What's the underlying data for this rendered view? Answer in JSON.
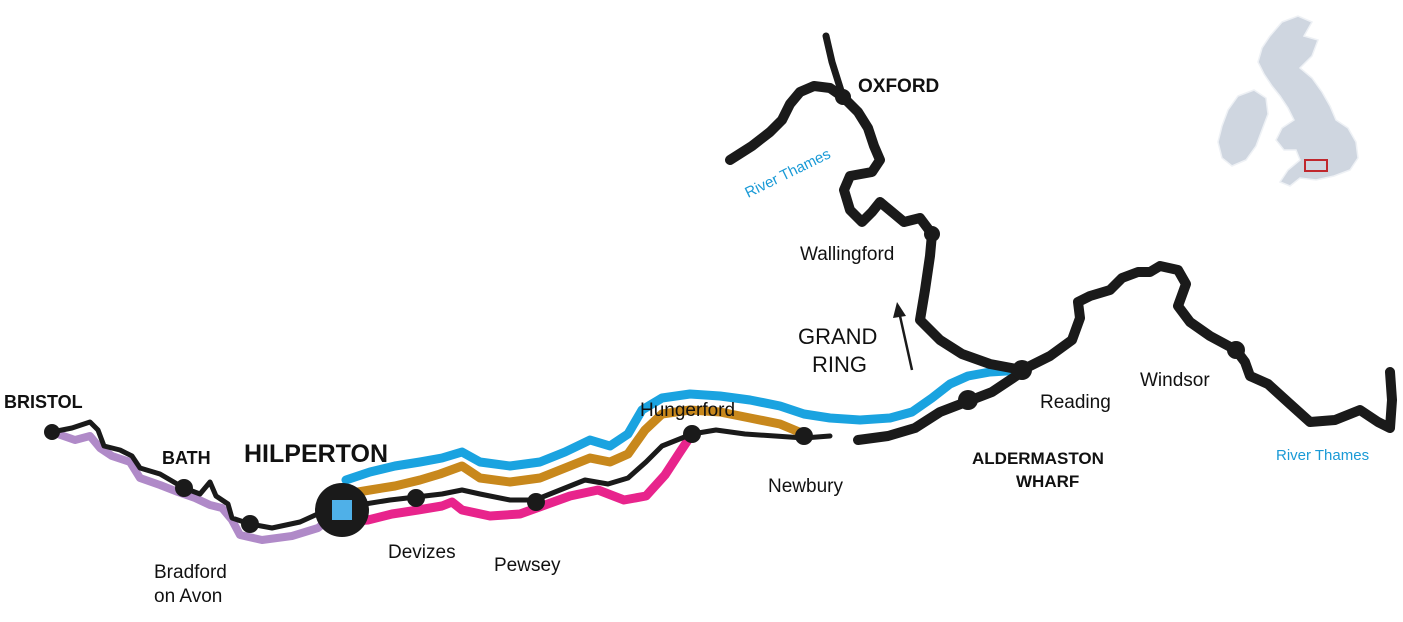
{
  "colors": {
    "canal": "#1a1a1a",
    "route_blue": "#1aa3e0",
    "route_gold": "#c8881c",
    "route_pink": "#e8248c",
    "route_lilac": "#b08ac8",
    "river_label": "#1a9ad6",
    "locator_land": "#cfd6e0",
    "locator_box": "#c0272d",
    "base_marker": "#4fb0e8"
  },
  "labels": {
    "oxford": "OXFORD",
    "river_thames_upper": "River Thames",
    "wallingford": "Wallingford",
    "grand_ring": [
      "GRAND",
      "RING"
    ],
    "reading": "Reading",
    "windsor": "Windsor",
    "river_thames_lower": "River Thames",
    "aldermaston": [
      "ALDERMASTON",
      "WHARF"
    ],
    "newbury": "Newbury",
    "hungerford": "Hungerford",
    "pewsey": "Pewsey",
    "devizes": "Devizes",
    "hilperton": "HILPERTON",
    "bradford": [
      "Bradford",
      "on Avon"
    ],
    "bath": "BATH",
    "bristol": "BRISTOL"
  },
  "icons": {
    "base": "hilperton-base-icon",
    "locator": "uk-locator-icon",
    "arrow": "north-arrow-icon"
  }
}
